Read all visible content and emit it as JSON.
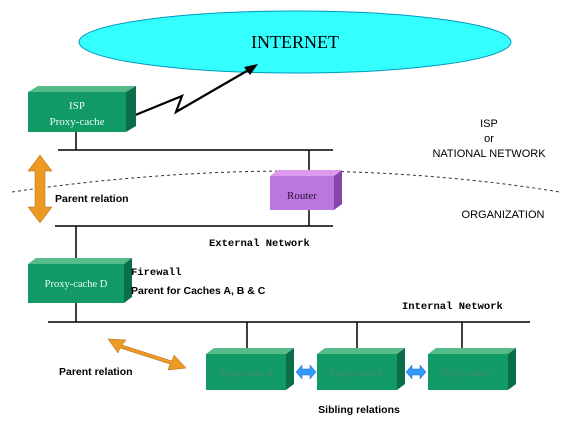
{
  "internet": {
    "label": "INTERNET"
  },
  "boxes": {
    "isp_proxy": {
      "line1": "ISP",
      "line2": "Proxy-cache"
    },
    "router": {
      "label": "Router"
    },
    "proxy_d": {
      "label": "Proxy-cache D"
    },
    "proxy_a": {
      "label": "Proxy-cache A"
    },
    "proxy_b": {
      "label": "Proxy-cache B"
    },
    "proxy_c": {
      "label": "Proxy-cache C"
    }
  },
  "labels": {
    "isp_line1": "ISP",
    "isp_line2": "or",
    "isp_line3": "NATIONAL NETWORK",
    "organization": "ORGANIZATION",
    "parent_relation_top": "Parent relation",
    "external_network": "External Network",
    "firewall": "Firewall",
    "parent_for": "Parent for Caches A, B & C",
    "internal_network": "Internal Network",
    "parent_relation_bottom": "Parent relation",
    "sibling_relations": "Sibling relations"
  },
  "colors": {
    "cloud": "#33ffff",
    "proxy_front": "#119966",
    "proxy_top": "#55bb88",
    "proxy_side": "#0b6e48",
    "router_front": "#bb77dd",
    "router_top": "#dd99ee",
    "router_side": "#8844aa",
    "orange_arrow": "#ee9922",
    "blue_arrow": "#3399ff"
  }
}
